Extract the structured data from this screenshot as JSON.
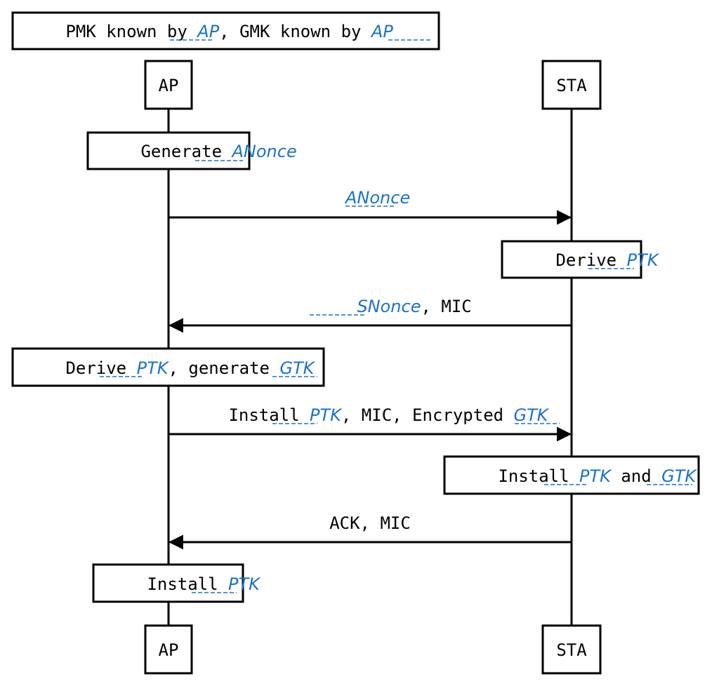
{
  "header": {
    "text_1": "PMK known by ",
    "fill_1": "AP",
    "text_2": ", GMK known by ",
    "fill_2": "AP"
  },
  "participants": {
    "ap": "AP",
    "sta": "STA"
  },
  "steps": {
    "ap_generate": {
      "text": "Generate ",
      "fill": "ANonce"
    },
    "msg1": {
      "fill": "ANonce"
    },
    "sta_derive": {
      "text": "Derive ",
      "fill": "PTK"
    },
    "msg2": {
      "fill": "SNonce",
      "text": ", MIC"
    },
    "ap_derive": {
      "text_1": "Derive ",
      "fill_1": "PTK",
      "text_2": ", generate ",
      "fill_2": "GTK"
    },
    "msg3": {
      "text_1": "Install ",
      "fill_1": "PTK",
      "text_2": ", MIC, Encrypted ",
      "fill_2": "GTK"
    },
    "sta_install": {
      "text_1": "Install ",
      "fill_1": "PTK",
      "text_2": " and ",
      "fill_2": "GTK"
    },
    "msg4": {
      "text": "ACK, MIC"
    },
    "ap_install": {
      "text": "Install ",
      "fill": "PTK"
    }
  },
  "colors": {
    "handwriting": "#1a73c9",
    "lines": "#000000"
  }
}
